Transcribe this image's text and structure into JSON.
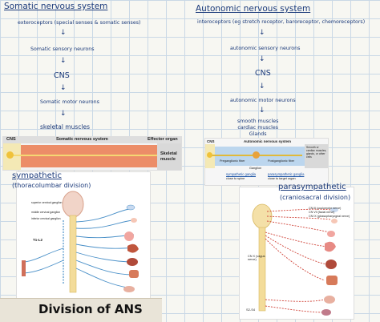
{
  "somatic": {
    "title": "Somatic nervous system",
    "receptors": "exteroceptors (special senses & somatic senses)",
    "sensory": "Somatic sensory neurons",
    "cns": "CNS",
    "motor": "Somatic motor neurons",
    "target": "skeletal muscles"
  },
  "autonomic": {
    "title": "Autonomic nervous system",
    "receptors": "interoceptors (eg stretch receptor, baroreceptor, chemoreceptors)",
    "sensory": "autonomic sensory neurons",
    "cns": "CNS",
    "motor": "autonomic motor neurons",
    "targets": [
      "smooth muscles",
      "cardiac muscles",
      "Glands"
    ]
  },
  "somatic_diagram": {
    "cns_label": "CNS",
    "system_label": "Somatic nervous system",
    "effector_label": "Effector organ",
    "muscle_label_1": "Skeletal",
    "muscle_label_2": "muscle"
  },
  "autonomic_diagram": {
    "cns_label": "CNS",
    "system_label": "Autonomic nervous system",
    "pre_label": "Preganglionic fiber",
    "ganglion_label": "Ganglion",
    "post_label": "Postganglionic fiber",
    "effector_label": "Smooth or cardiac muscles, glands, or other cells",
    "symp_label": "sympathetic ganglia",
    "symp_sub": "close to spine",
    "para_label": "parasympathetic ganglia",
    "para_sub": "close to target organ"
  },
  "sympathetic": {
    "title": "sympathetic",
    "subtitle": "(thoracolumbar division)",
    "labels": [
      "superior cervical ganglion",
      "middle cervical ganglion",
      "inferior cervical ganglion",
      "T1-L2"
    ]
  },
  "parasympathetic": {
    "title": "parasympathetic",
    "subtitle": "(craniosacral division)",
    "labels": [
      "CN III (oculomotor nerve)",
      "CN VII (facial nerve)",
      "CN IX (glossopharyngeal nerve)",
      "CN X (vagus nerve)",
      "S2-S4"
    ]
  },
  "footer": {
    "title": "Division of ANS"
  },
  "colors": {
    "ink": "#1b3a7a",
    "nerve_blue": "#4a90c8",
    "nerve_red": "#d0453a",
    "muscle": "#e98a6a"
  }
}
